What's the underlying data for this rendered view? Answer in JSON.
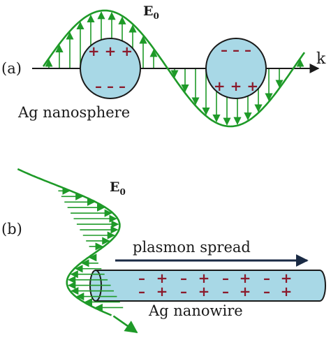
{
  "panel_a": {
    "label": "(a)",
    "field_symbol": "E",
    "field_subscript": "0",
    "wave_vector_label": "k",
    "nanosphere_label": "Ag nanosphere",
    "sphere_left_top_charges": "+ + +",
    "sphere_left_bottom_charges": "– – –",
    "sphere_right_top_charges": "– – –",
    "sphere_right_bottom_charges": "+ + +"
  },
  "panel_b": {
    "label": "(b)",
    "field_symbol": "E",
    "field_subscript": "0",
    "arrow_label": "plasmon spread",
    "nanowire_label": "Ag nanowire",
    "wire_top_charges": [
      "–",
      "+",
      "–",
      "+",
      "–",
      "+",
      "–",
      "+"
    ],
    "wire_bottom_charges": [
      "–",
      "+",
      "–",
      "+",
      "–",
      "+",
      "–",
      "+"
    ]
  },
  "colors": {
    "field_green": "#1e9a28",
    "particle_fill": "#a8d8e6",
    "outline": "#1a1a1a",
    "charge_red": "#8b1a2b",
    "plasmon_arrow": "#1a2a44"
  }
}
